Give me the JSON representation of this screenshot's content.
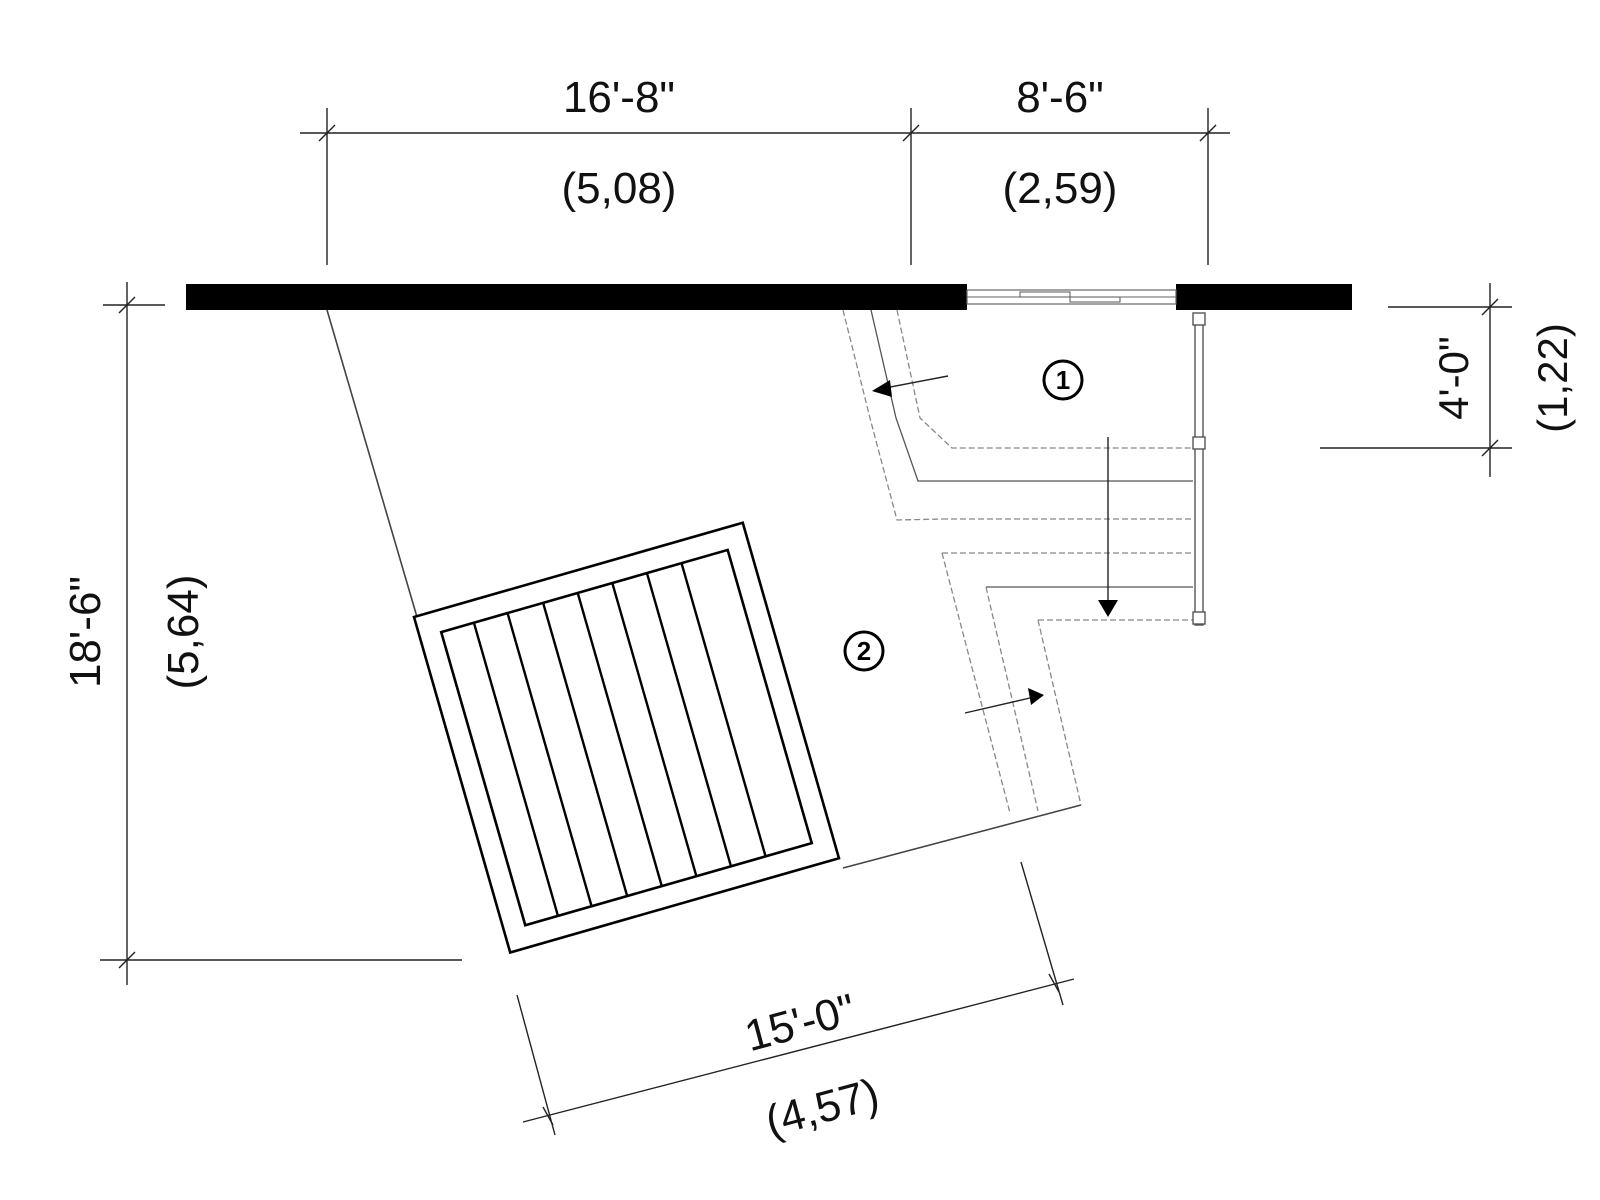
{
  "dimensions": {
    "top_left": {
      "imperial": "16'-8\"",
      "metric": "(5,08)"
    },
    "top_right": {
      "imperial": "8'-6\"",
      "metric": "(2,59)"
    },
    "right": {
      "imperial": "4'-0\"",
      "metric": "(1,22)"
    },
    "left": {
      "imperial": "18'-6\"",
      "metric": "(5,64)"
    },
    "bottom": {
      "imperial": "15'-0\"",
      "metric": "(4,57)"
    }
  },
  "markers": {
    "area_1": "1",
    "area_2": "2"
  }
}
